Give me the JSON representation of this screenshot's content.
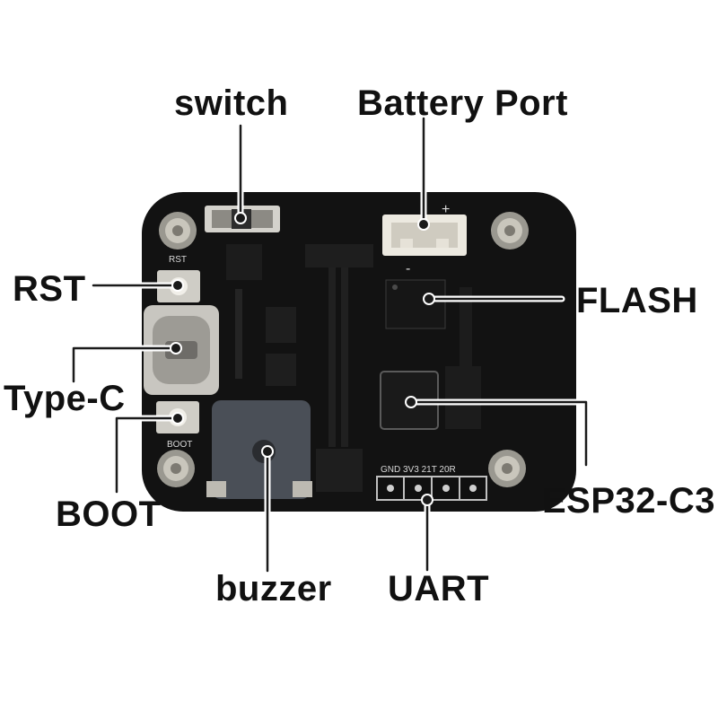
{
  "labels": {
    "switch": "switch",
    "battery_port": "Battery Port",
    "rst": "RST",
    "flash": "FLASH",
    "type_c": "Type-C",
    "esp32": "ESP32-C3",
    "boot": "BOOT",
    "buzzer": "buzzer",
    "uart": "UART"
  },
  "silkscreen": {
    "rst": "RST",
    "boot": "BOOT",
    "plus": "+",
    "minus": "-",
    "uart_pins": "GND 3V3 21T 20R"
  },
  "colors": {
    "board": "#121212",
    "label": "#111111",
    "leader_line": "#1a1a1a",
    "silkscreen": "#d8d8d8"
  }
}
